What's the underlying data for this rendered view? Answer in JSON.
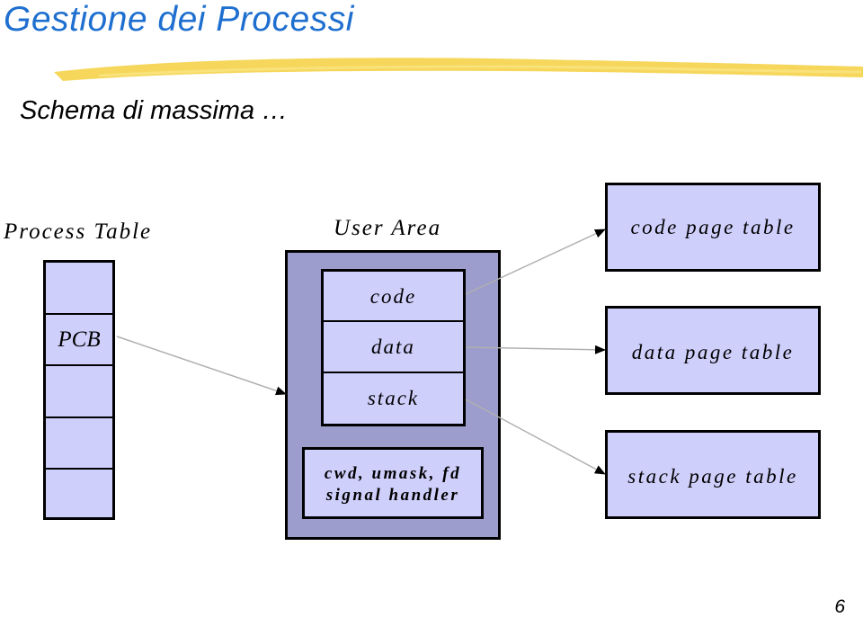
{
  "slide": {
    "title": "Gestione dei Processi",
    "subtitle": "Schema di massima …",
    "page_number": "6",
    "title_color": "#1e6fcf",
    "highlight_color": "#f5d34a"
  },
  "diagram": {
    "process_table": {
      "label": "Process Table",
      "rows": [
        "",
        "PCB",
        "",
        "",
        ""
      ]
    },
    "user_area": {
      "label": "User Area",
      "segments": [
        "code",
        "data",
        "stack"
      ],
      "context_lines": [
        "cwd, umask, fd",
        "signal handler"
      ]
    },
    "page_tables": {
      "code": "code page table",
      "data": "data page table",
      "stack": "stack page table"
    },
    "colors": {
      "box_fill": "#cfcffc",
      "user_area_fill": "#9c9ccd",
      "arrow": "#b0b0b0"
    }
  }
}
